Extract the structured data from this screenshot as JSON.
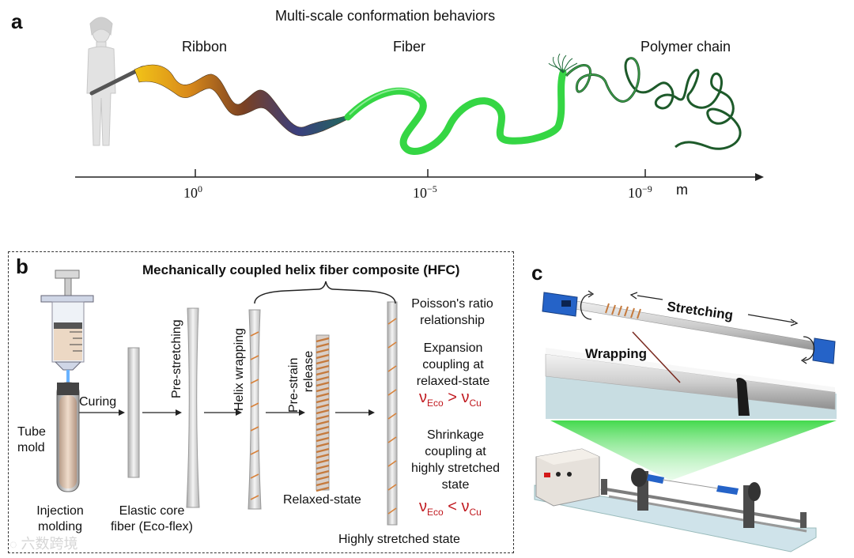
{
  "panel_a": {
    "letter": "a",
    "title": "Multi-scale conformation behaviors",
    "labels": {
      "ribbon": "Ribbon",
      "fiber": "Fiber",
      "polymer": "Polymer chain"
    },
    "axis": {
      "ticks": [
        "10",
        "10",
        "10"
      ],
      "exponents": [
        "0",
        "−5",
        "−9"
      ],
      "unit": "m"
    }
  },
  "panel_b": {
    "letter": "b",
    "title": "Mechanically coupled helix fiber composite (HFC)",
    "tube_mold": [
      "Tube",
      "mold"
    ],
    "curing": "Curing",
    "pre_stretching": "Pre-stretching",
    "helix_wrapping": "Helix wrapping",
    "pre_strain_release": [
      "Pre-strain",
      "release"
    ],
    "injection_molding": [
      "Injection",
      "molding"
    ],
    "elastic_core": [
      "Elastic core",
      "fiber (Eco-flex)"
    ],
    "relaxed_state": "Relaxed-state",
    "highly_stretched_state": "Highly stretched state",
    "poisson": [
      "Poisson's ratio",
      "relationship"
    ],
    "expansion": [
      "Expansion",
      "coupling at",
      "relaxed-state"
    ],
    "shrinkage": [
      "Shrinkage",
      "coupling at",
      "highly stretched",
      "state"
    ],
    "nu": "ν",
    "eco": "Eco",
    "cu": "Cu",
    "gt": ">",
    "lt": "<"
  },
  "panel_c": {
    "letter": "c",
    "stretching": "Stretching",
    "wrapping": "Wrapping"
  },
  "watermark": "六数跨境",
  "colors": {
    "fiber_green": "#3fdc4a",
    "coil_orange": "#d8823a",
    "red_text": "#c0181e",
    "clamp_blue": "#2563c8",
    "platform": "#cfe3ea"
  }
}
